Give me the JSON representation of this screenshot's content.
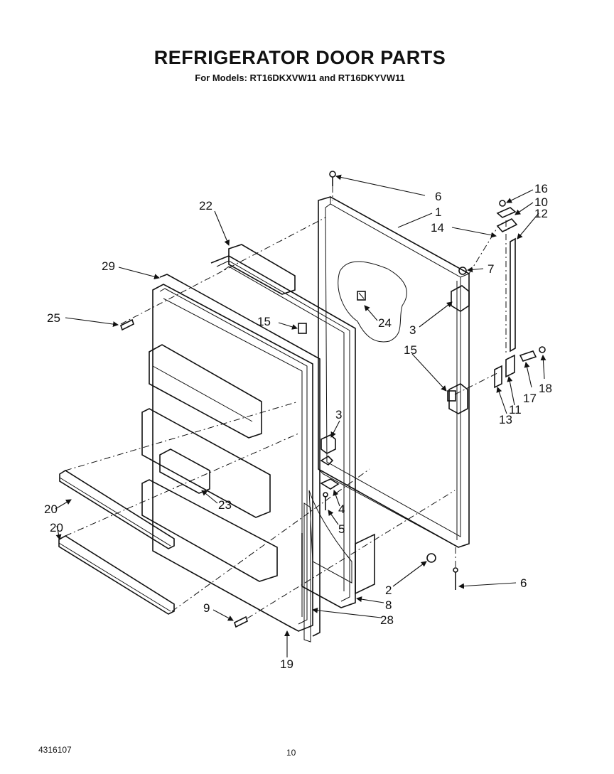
{
  "header": {
    "title": "REFRIGERATOR DOOR PARTS",
    "subtitle": "For Models: RT16DKXVW11 and RT16DKYVW11"
  },
  "footer": {
    "doc_number": "4316107",
    "page_number": "10"
  },
  "callouts": [
    "1",
    "2",
    "3",
    "3",
    "4",
    "5",
    "6",
    "6",
    "7",
    "8",
    "9",
    "10",
    "11",
    "12",
    "13",
    "14",
    "15",
    "15",
    "16",
    "17",
    "18",
    "19",
    "20",
    "20",
    "22",
    "23",
    "24",
    "25",
    "28",
    "29"
  ]
}
